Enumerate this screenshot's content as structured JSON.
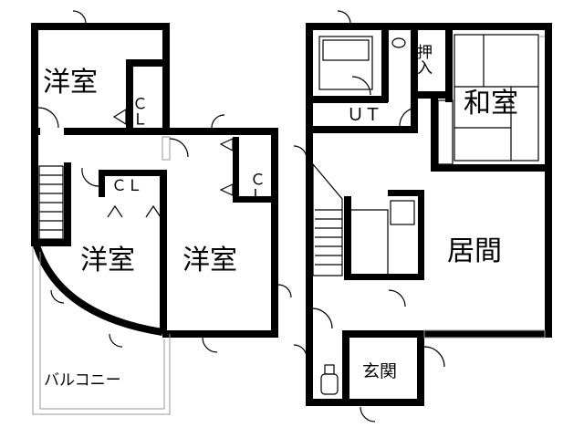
{
  "floor_plan": {
    "upper_floor": {
      "western_room_top": "洋室",
      "closet_top": "ＣＬ",
      "closet_middle_left": "ＣＬ",
      "closet_right": "ＣＬ",
      "western_room_left": "洋室",
      "western_room_right": "洋室",
      "balcony": "バルコニー"
    },
    "lower_floor": {
      "utility": "ＵＴ",
      "closet_oshiire": "押入",
      "japanese_room": "和室",
      "living_room": "居間",
      "entrance": "玄関"
    }
  }
}
